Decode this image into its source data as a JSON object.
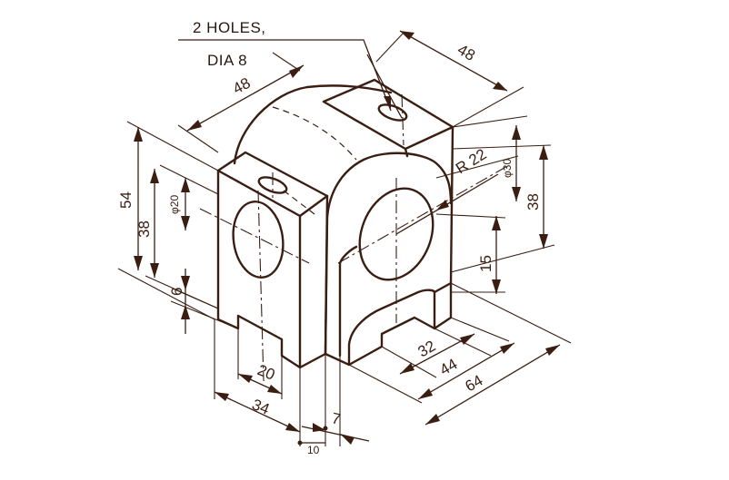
{
  "note": {
    "line1": "2 HOLES,",
    "line2": "DIA 8"
  },
  "dimensions": {
    "top_width_left": "48",
    "top_depth_right": "48",
    "total_height": "54",
    "hole_height": "38",
    "hole_dia": "φ20",
    "base_thickness": "6",
    "slot_width": "20",
    "front_width": "34",
    "rib": "7",
    "offset": "10",
    "radius": "R 22",
    "big_hole_dia": "φ30",
    "right_height": "38",
    "right_step": "15",
    "base_32": "32",
    "base_44": "44",
    "base_64": "64"
  },
  "colors": {
    "line": "#3a1e12",
    "background": "#ffffff"
  }
}
